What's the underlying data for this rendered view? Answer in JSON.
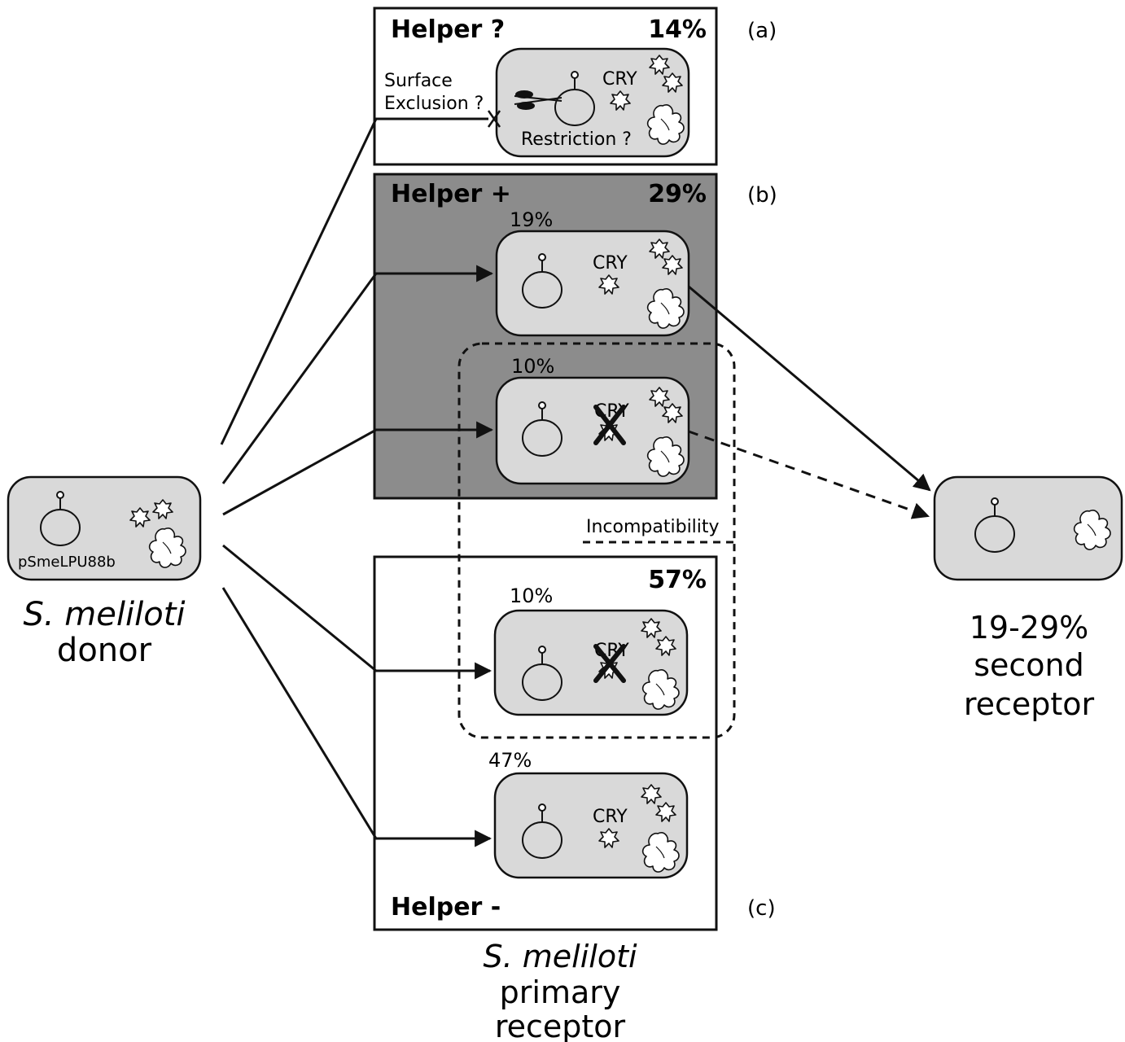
{
  "panels": {
    "a": {
      "heading": "Helper ?",
      "percent": "14%",
      "tag": "(a)"
    },
    "b": {
      "heading": "Helper +",
      "percent": "29%",
      "tag": "(b)"
    },
    "c": {
      "heading": "Helper -",
      "percent": "57%",
      "tag": "(c)"
    }
  },
  "labels": {
    "surface_exclusion_line1": "Surface",
    "surface_exclusion_line2": "Exclusion ?",
    "restriction": "Restriction ?",
    "incompatibility": "Incompatibility",
    "cry": "CRY",
    "plasmid": "pSmeLPU88b"
  },
  "cells": {
    "b_top_percent": "19%",
    "b_bottom_percent": "10%",
    "c_top_percent": "10%",
    "c_bottom_percent": "47%"
  },
  "donor": {
    "line1": "S. meliloti",
    "line2": "donor"
  },
  "primary_receptor": {
    "line1": "S. meliloti",
    "line2": "primary",
    "line3": "receptor"
  },
  "second_receptor": {
    "line1": "19-29%",
    "line2": "second",
    "line3": "receptor"
  },
  "colors": {
    "cell_fill": "#d9d9d9",
    "panel_b_fill": "#8c8c8c",
    "stroke": "#111111"
  }
}
